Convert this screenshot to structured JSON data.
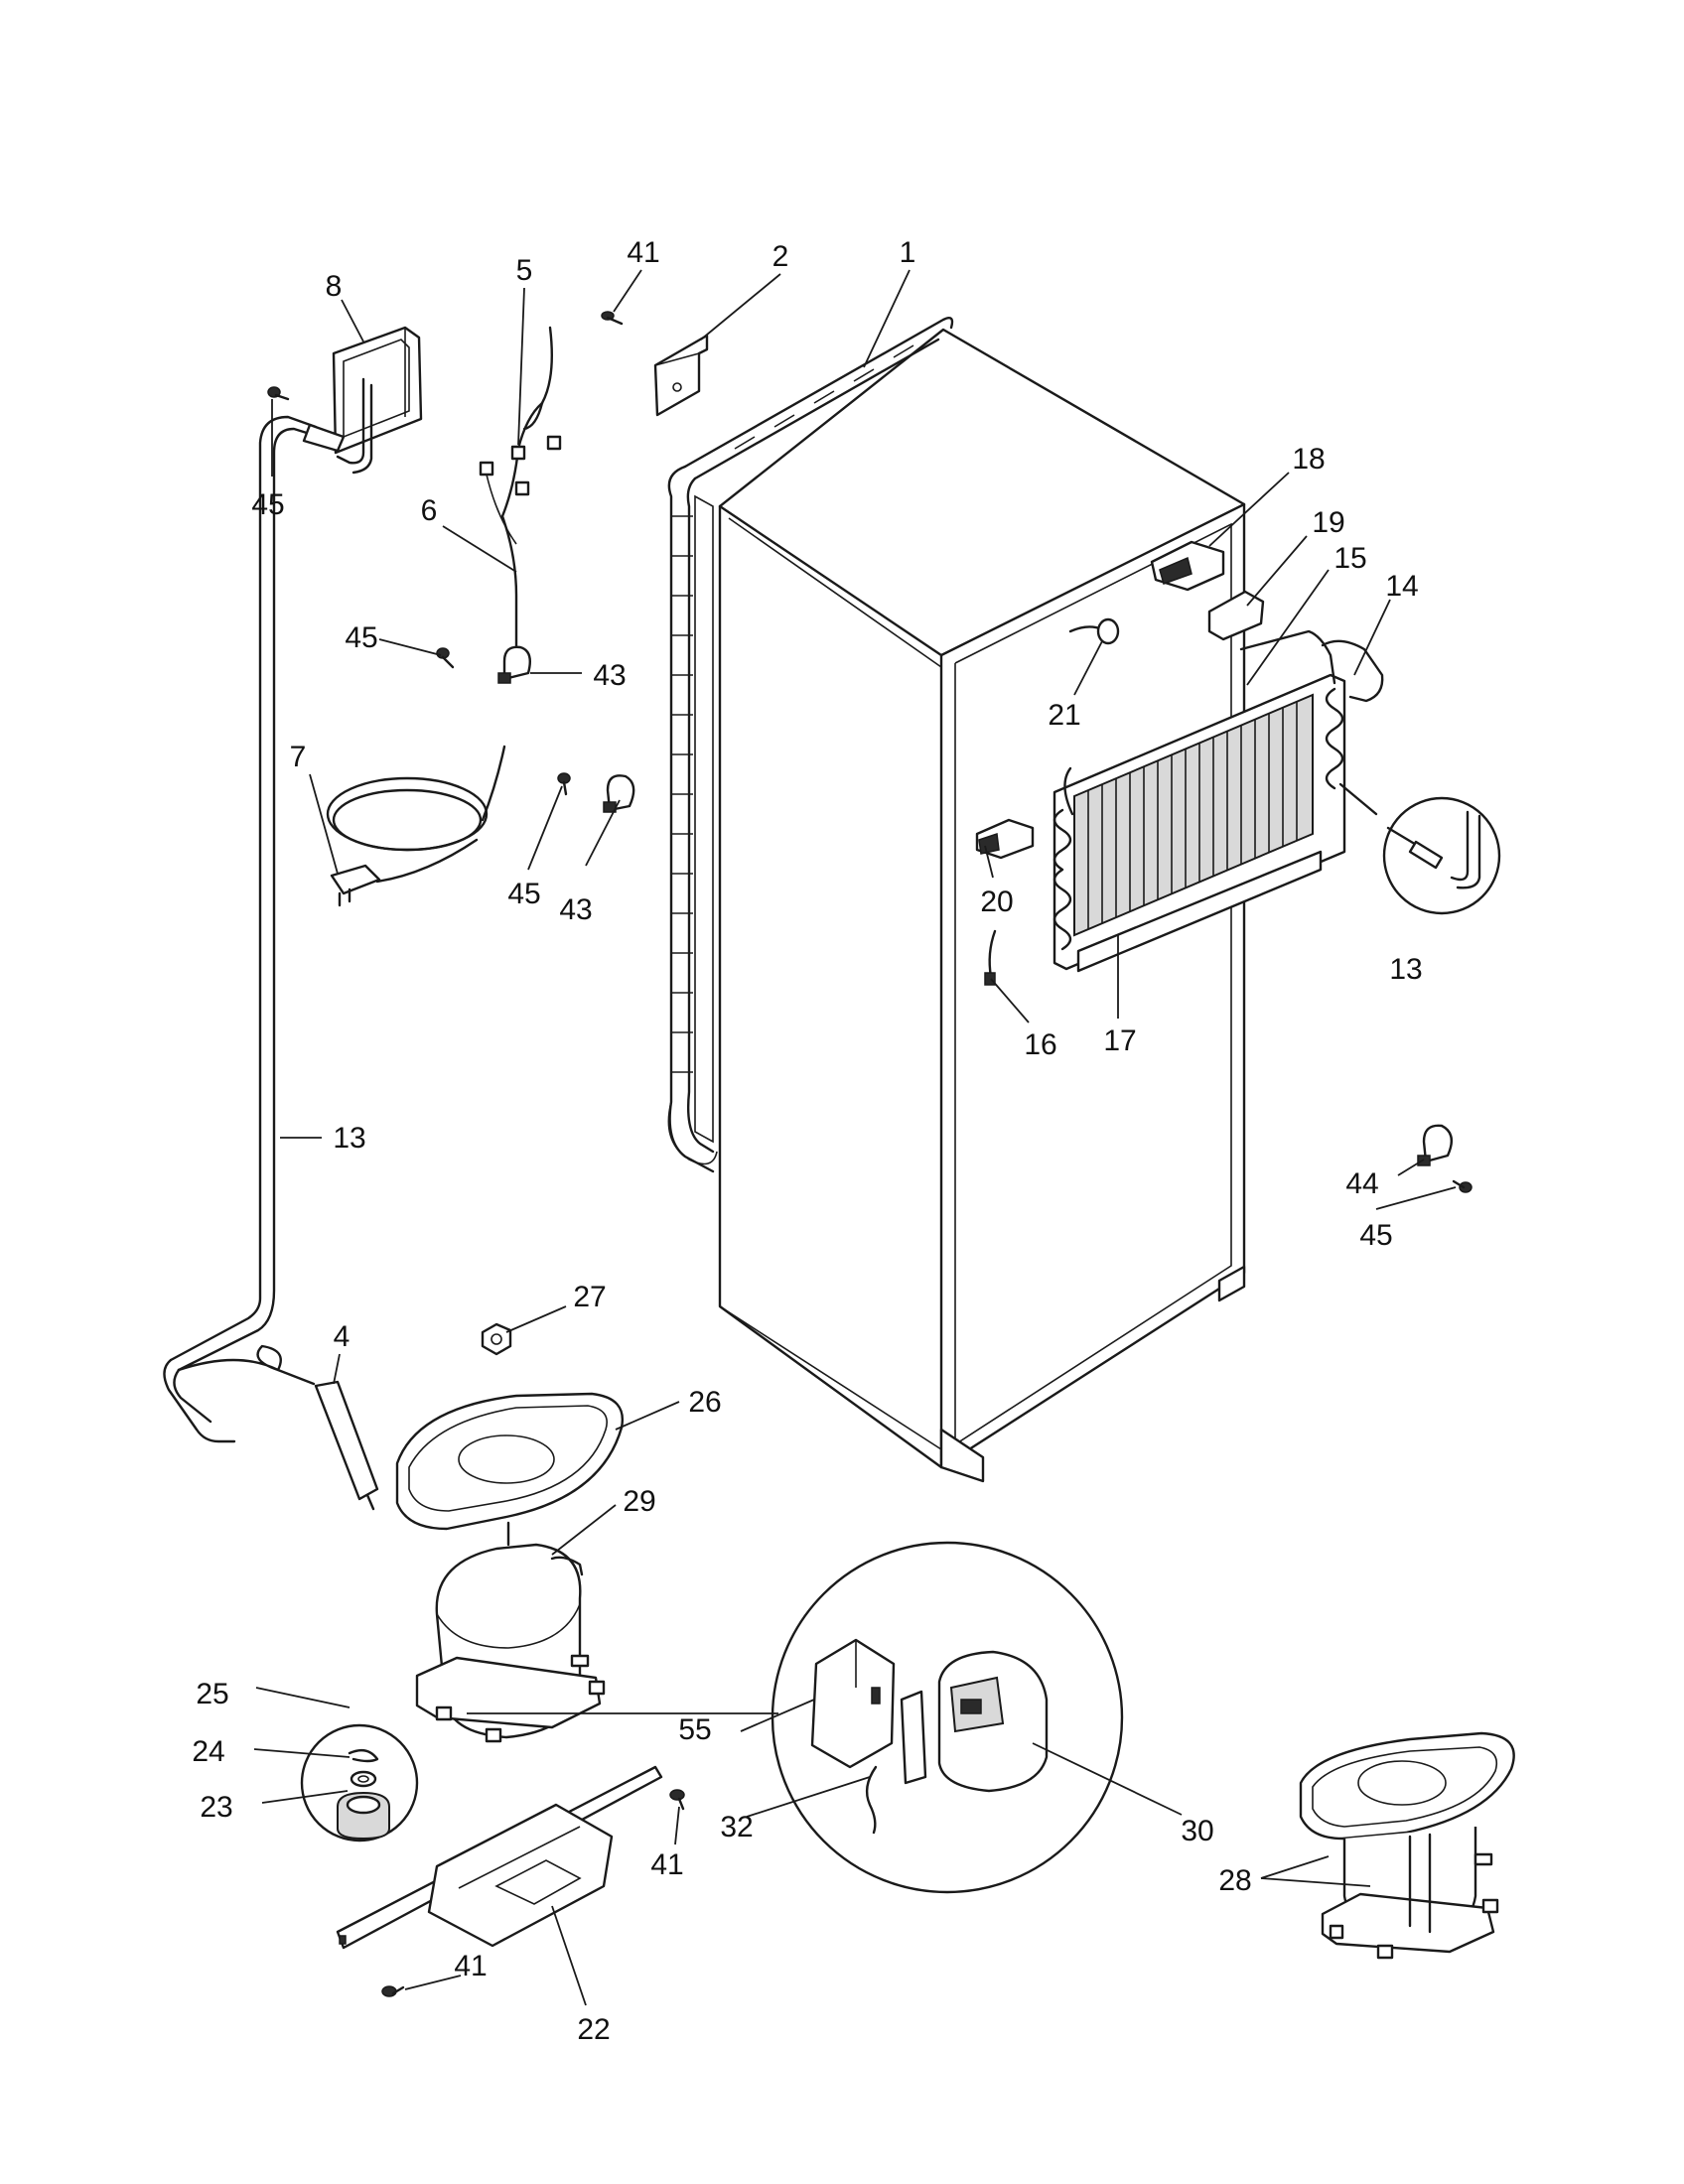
{
  "callouts": [
    {
      "id": "c1",
      "text": "1"
    },
    {
      "id": "c2",
      "text": "2"
    },
    {
      "id": "c41a",
      "text": "41"
    },
    {
      "id": "c5",
      "text": "5"
    },
    {
      "id": "c8",
      "text": "8"
    },
    {
      "id": "c45a",
      "text": "45"
    },
    {
      "id": "c6",
      "text": "6"
    },
    {
      "id": "c45b",
      "text": "45"
    },
    {
      "id": "c43a",
      "text": "43"
    },
    {
      "id": "c7",
      "text": "7"
    },
    {
      "id": "c45c",
      "text": "45"
    },
    {
      "id": "c43b",
      "text": "43"
    },
    {
      "id": "c13a",
      "text": "13"
    },
    {
      "id": "c18",
      "text": "18"
    },
    {
      "id": "c19",
      "text": "19"
    },
    {
      "id": "c15",
      "text": "15"
    },
    {
      "id": "c14",
      "text": "14"
    },
    {
      "id": "c21",
      "text": "21"
    },
    {
      "id": "c20",
      "text": "20"
    },
    {
      "id": "c16",
      "text": "16"
    },
    {
      "id": "c17",
      "text": "17"
    },
    {
      "id": "c13b",
      "text": "13"
    },
    {
      "id": "c44",
      "text": "44"
    },
    {
      "id": "c45d",
      "text": "45"
    },
    {
      "id": "c27",
      "text": "27"
    },
    {
      "id": "c4",
      "text": "4"
    },
    {
      "id": "c26",
      "text": "26"
    },
    {
      "id": "c29",
      "text": "29"
    },
    {
      "id": "c25",
      "text": "25"
    },
    {
      "id": "c24",
      "text": "24"
    },
    {
      "id": "c23",
      "text": "23"
    },
    {
      "id": "c55",
      "text": "55"
    },
    {
      "id": "c32",
      "text": "32"
    },
    {
      "id": "c30",
      "text": "30"
    },
    {
      "id": "c41b",
      "text": "41"
    },
    {
      "id": "c41c",
      "text": "41"
    },
    {
      "id": "c22",
      "text": "22"
    },
    {
      "id": "c28",
      "text": "28"
    }
  ]
}
